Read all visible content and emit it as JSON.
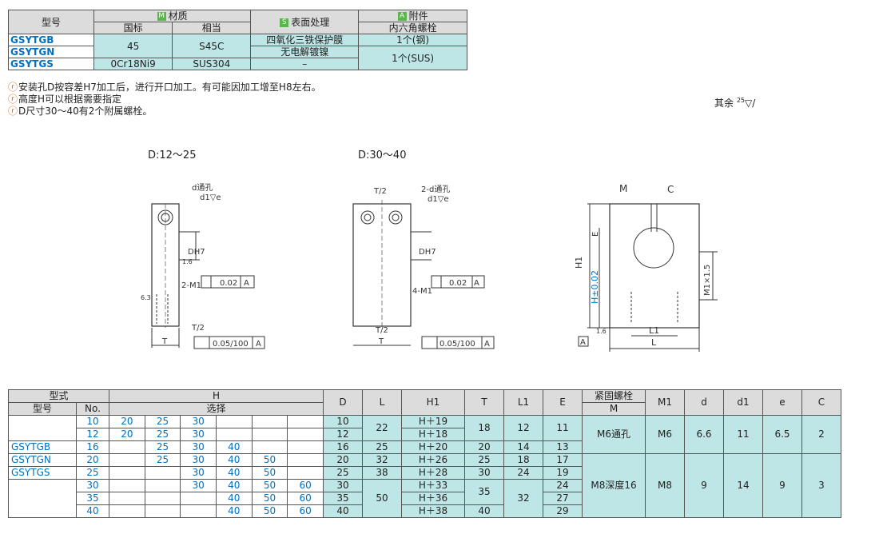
{
  "spec_table": {
    "h_model": "型号",
    "h_material": "材质",
    "h_material_badge": "M",
    "h_std": "国标",
    "h_equiv": "相当",
    "h_surface": "表面处理",
    "h_surface_badge": "S",
    "h_accessory": "附件",
    "h_accessory_badge": "A",
    "h_accessory_sub": "内六角螺栓",
    "rows": [
      {
        "model": "GSYTGB",
        "std": "45",
        "equiv": "S45C",
        "surface": "四氧化三铁保护膜",
        "acc": "1个(钢)"
      },
      {
        "model": "GSYTGN",
        "surface": "无电解镀镍",
        "acc": "1个(SUS)"
      },
      {
        "model": "GSYTGS",
        "std": "0Cr18Ni9",
        "equiv": "SUS304",
        "surface": "–"
      }
    ]
  },
  "notes": [
    "安装孔D按容差H7加工后，进行开口加工。有可能因加工增至H8左右。",
    "高度H可以根据需要指定",
    "D尺寸30～40有2个附属螺栓。"
  ],
  "note_icon": "ⓡ",
  "surface_other": "其余",
  "surface_other_val": "25",
  "drawing_labels": {
    "d1": "D:12～25",
    "d2": "D:30～40",
    "d_hole": "d通孔",
    "d1_ve": "d1▽e",
    "d_hole2": "2-d通孔",
    "T2": "T/2",
    "T": "T",
    "DH7": "DH7",
    "M1_2": "2-M1",
    "M1_4": "4-M1",
    "par": "0.02",
    "perp": "0.05/100",
    "A": "A",
    "r16": "1.6",
    "r63": "6.3",
    "M": "M",
    "C": "C",
    "E": "E",
    "H1": "H1",
    "H": "H±0.02",
    "M1x15": "M1×1.5",
    "L1": "L1",
    "L": "L"
  },
  "big_table": {
    "h_type": "型式",
    "h_model": "型号",
    "h_no": "No.",
    "h_H": "H",
    "h_select": "选择",
    "h_D": "D",
    "h_L": "L",
    "h_H1": "H1",
    "h_T": "T",
    "h_L1": "L1",
    "h_E": "E",
    "h_bolt": "紧固螺栓",
    "h_M": "M",
    "h_M1": "M1",
    "h_d": "d",
    "h_d1": "d1",
    "h_e": "e",
    "h_C": "C",
    "models": [
      "GSYTGB",
      "GSYTGN",
      "GSYTGS"
    ],
    "rows": [
      {
        "no": "10",
        "h": [
          "20",
          "25",
          "30",
          "",
          "",
          ""
        ],
        "D": "10",
        "H1": "H＋19",
        "E": "11"
      },
      {
        "no": "12",
        "h": [
          "20",
          "25",
          "30",
          "",
          "",
          ""
        ],
        "D": "12",
        "H1": "H＋18"
      },
      {
        "no": "16",
        "h": [
          "",
          "25",
          "30",
          "40",
          "",
          ""
        ],
        "D": "16",
        "L": "25",
        "H1": "H＋20",
        "T": "20",
        "L1": "14",
        "E": "13"
      },
      {
        "no": "20",
        "h": [
          "",
          "25",
          "30",
          "40",
          "50",
          ""
        ],
        "D": "20",
        "L": "32",
        "H1": "H＋26",
        "T": "25",
        "L1": "18",
        "E": "17"
      },
      {
        "no": "25",
        "h": [
          "",
          "",
          "30",
          "40",
          "50",
          ""
        ],
        "D": "25",
        "L": "38",
        "H1": "H＋28",
        "T": "30",
        "L1": "24",
        "E": "19"
      },
      {
        "no": "30",
        "h": [
          "",
          "",
          "30",
          "40",
          "50",
          "60"
        ],
        "D": "30",
        "H1": "H＋33",
        "E": "24"
      },
      {
        "no": "35",
        "h": [
          "",
          "",
          "",
          "40",
          "50",
          "60"
        ],
        "D": "35",
        "H1": "H＋36",
        "E": "27"
      },
      {
        "no": "40",
        "h": [
          "",
          "",
          "",
          "40",
          "50",
          "60"
        ],
        "D": "40",
        "H1": "H＋38",
        "T": "40",
        "E": "29"
      }
    ],
    "L_10_12": "22",
    "T_10_12": "18",
    "L1_10_12": "12",
    "L_30_40": "50",
    "T_30_35": "35",
    "L1_30_40": "32",
    "g1": {
      "bolt": "M6通孔",
      "M1": "M6",
      "d": "6.6",
      "d1": "11",
      "e": "6.5",
      "C": "2"
    },
    "g2": {
      "bolt": "M8深度16",
      "M1": "M8",
      "d": "9",
      "d1": "14",
      "e": "9",
      "C": "3"
    }
  }
}
